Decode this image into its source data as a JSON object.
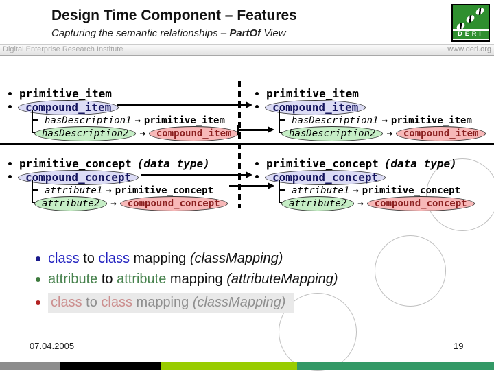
{
  "header": {
    "title": "Design Time Component – Features",
    "subtitle_prefix": "Capturing the semantic relationships – ",
    "subtitle_emphasis": "PartOf",
    "subtitle_suffix": " View",
    "institute": "Digital Enterprise Research Institute",
    "website": "www.deri.org",
    "logo_text": "DERI"
  },
  "diagram": {
    "arrow_glyph": "→",
    "panels": [
      {
        "row1": "primitive_item",
        "row2": "compound_item",
        "sub1_label": "hasDescription1",
        "sub1_target": "primitive_item",
        "sub2_label": "hasDescription2",
        "sub2_target": "compound_item"
      },
      {
        "row1": "primitive_item",
        "row2": "compound_item",
        "sub1_label": "hasDescription1",
        "sub1_target": "primitive_item",
        "sub2_label": "hasDescription2",
        "sub2_target": "compound_item"
      },
      {
        "row1": "primitive_concept",
        "row1_note": "(data type)",
        "row2": "compound_concept",
        "sub1_label": "attribute1",
        "sub1_target": "primitive_concept",
        "sub2_label": "attribute2",
        "sub2_target": "compound_concept"
      },
      {
        "row1": "primitive_concept",
        "row1_note": "(data type)",
        "row2": "compound_concept",
        "sub1_label": "attribute1",
        "sub1_target": "primitive_concept",
        "sub2_label": "attribute2",
        "sub2_target": "compound_concept"
      }
    ]
  },
  "mapping_list": {
    "lines": [
      {
        "w1": "class",
        "conn": "to",
        "w2": "class",
        "w3": "mapping",
        "paren": "(classMapping)"
      },
      {
        "w1": "attribute",
        "conn": "to",
        "w2": "attribute",
        "w3": "mapping",
        "paren": "(attributeMapping)"
      },
      {
        "w1": "class",
        "conn": "to",
        "w2": "class",
        "w3": "mapping",
        "paren": "(classMapping)"
      }
    ]
  },
  "footer": {
    "date": "07.04.2005",
    "page": "19"
  },
  "colors": {
    "class_blue": "#2323c0",
    "attribute_green": "#47824d",
    "faded_pink": "#cc8f8f",
    "faded_gray": "#8f8f8f",
    "ellipse_lavender": "#dcdcf5",
    "ellipse_green": "#c6eec6",
    "ellipse_red": "#f7b8b8",
    "logo_green": "#2f8f2f",
    "bar_segments": [
      "#8c8c8c",
      "#000000",
      "#99cc00",
      "#339966"
    ]
  }
}
